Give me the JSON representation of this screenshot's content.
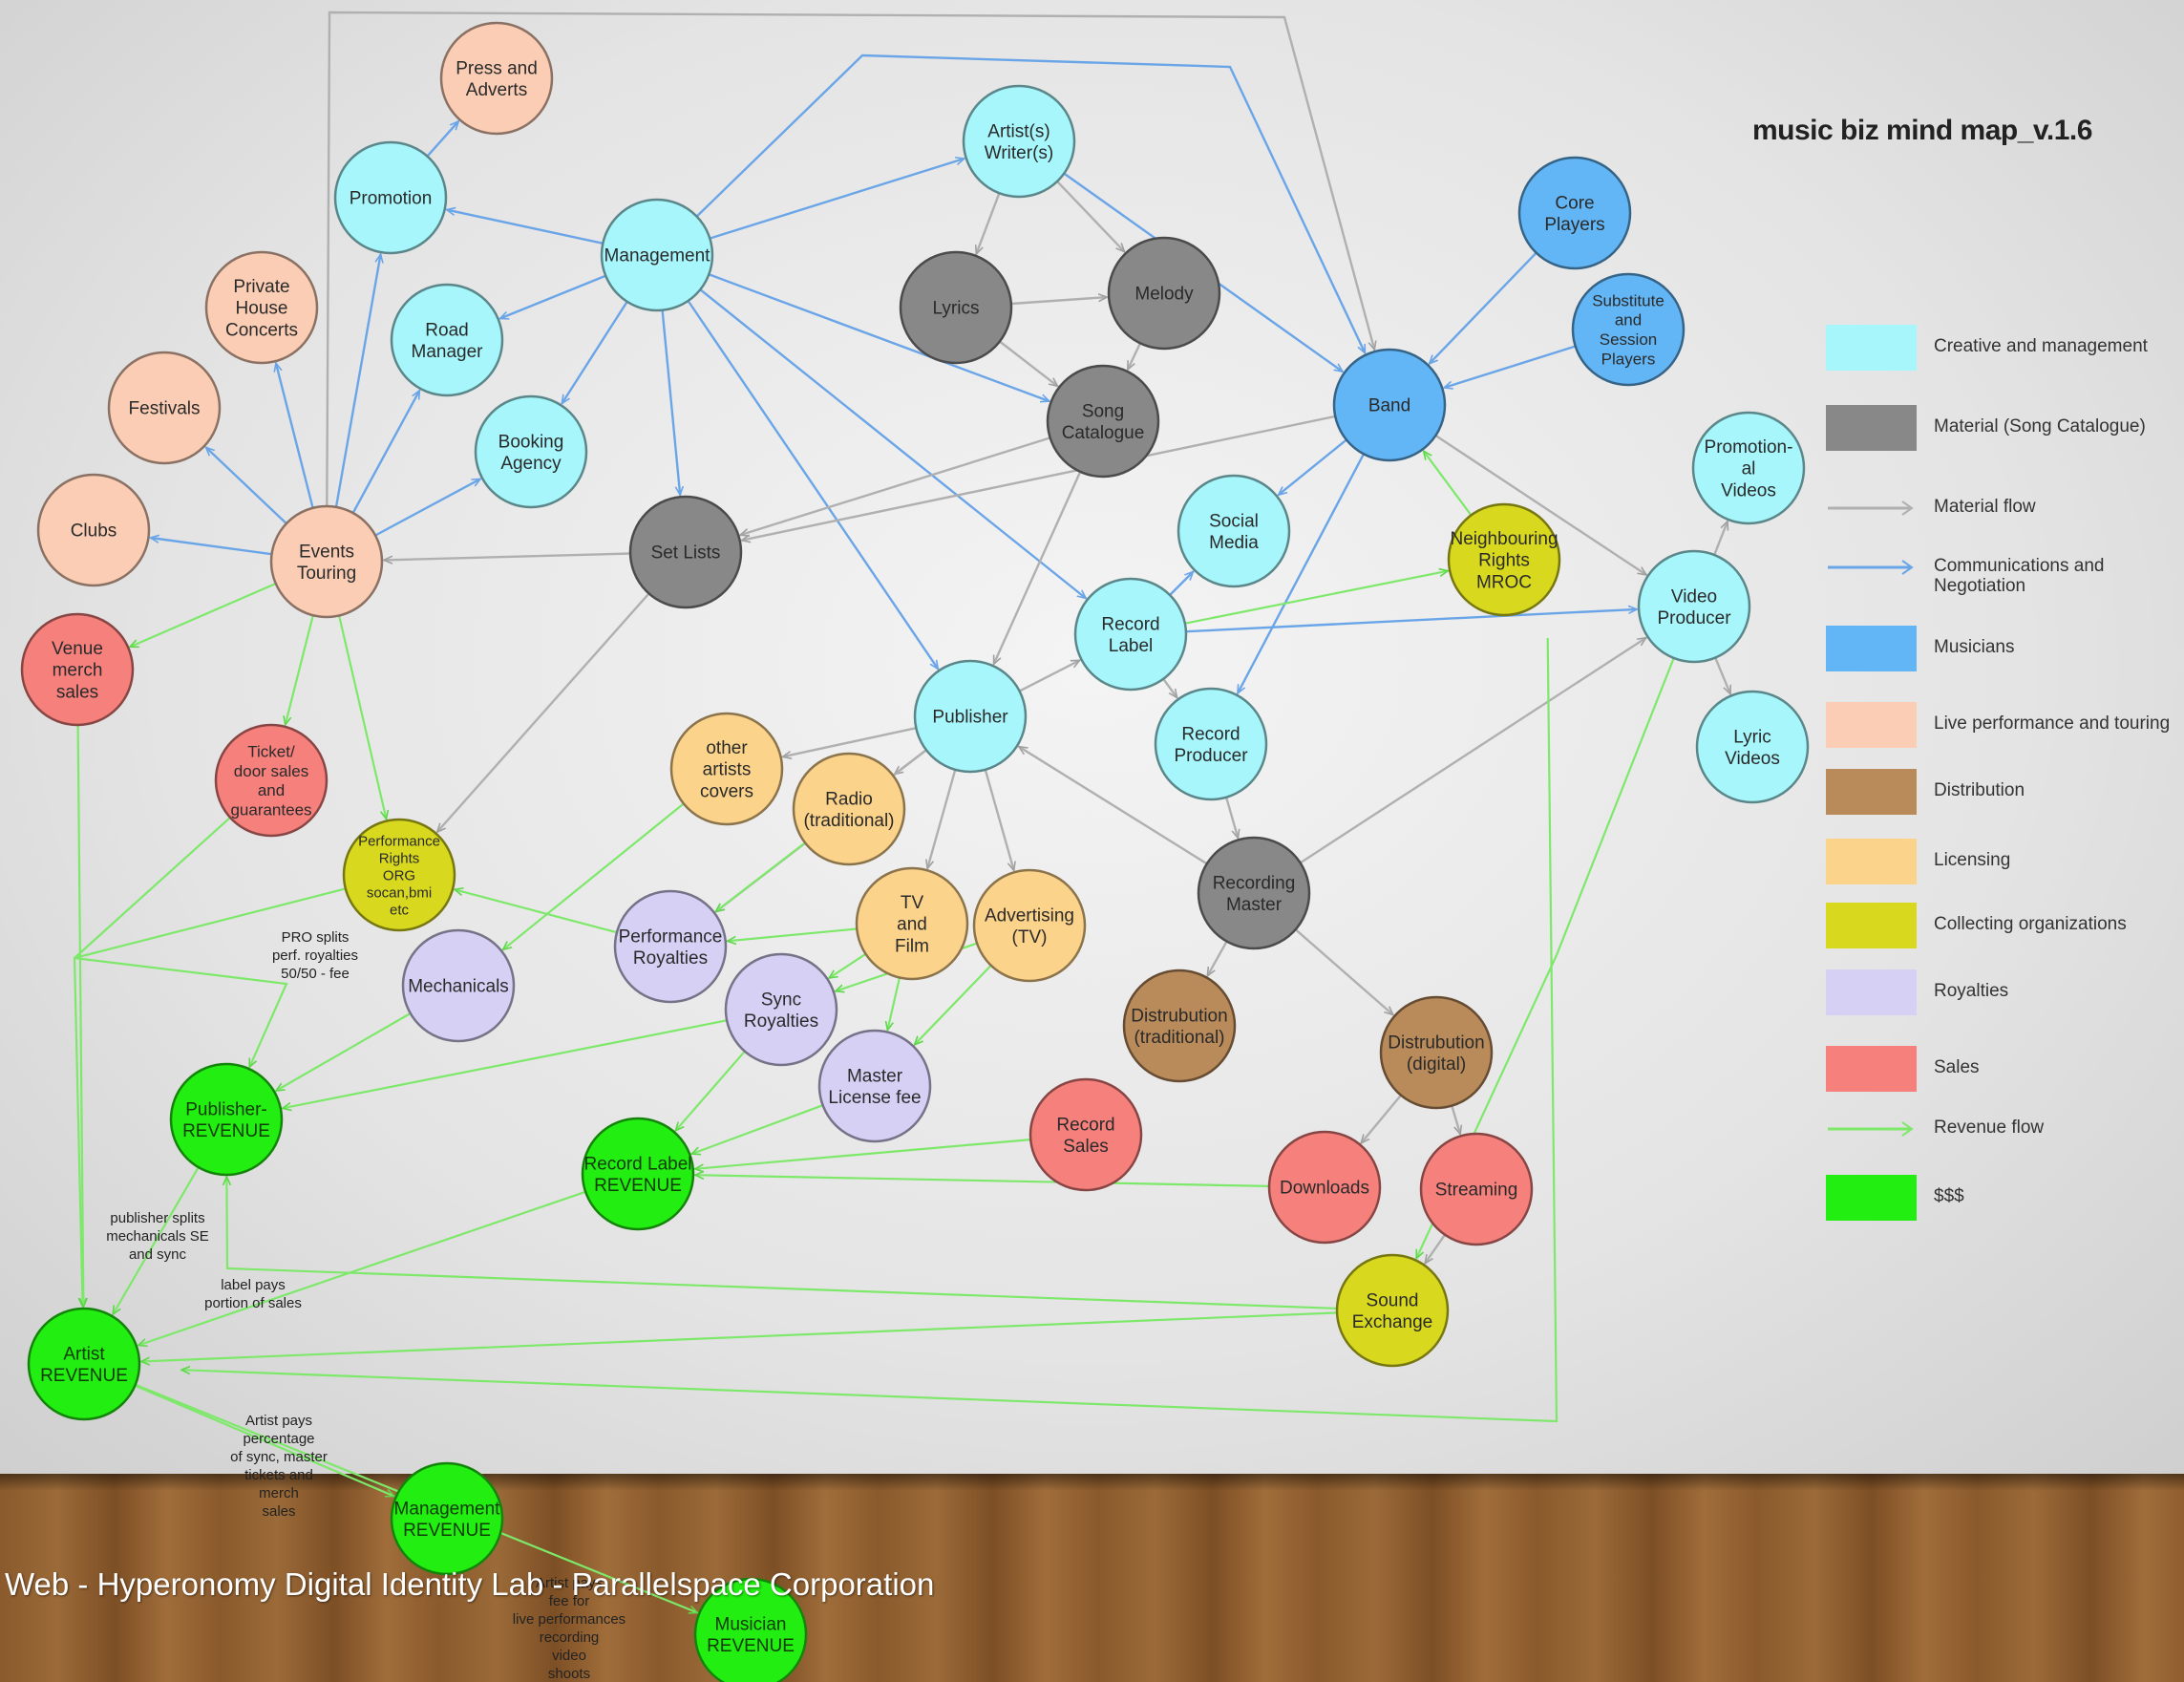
{
  "title": "music biz mind map_v.1.6",
  "footer": "Web - Hyperonomy Digital Identity Lab - Parallelspace Corporation",
  "category_colors": {
    "creative": "#a6f6fb",
    "material": "#888888",
    "musicians": "#63b6f5",
    "live": "#fbcdb4",
    "distribution": "#b98a5a",
    "licensing": "#fcd38a",
    "collecting": "#d8d91e",
    "royalties": "#d6d0f5",
    "sales": "#f5807c",
    "money": "#22ee11"
  },
  "nodes": [
    {
      "id": "press",
      "label": "Press and\nAdverts",
      "category": "live"
    },
    {
      "id": "promotion",
      "label": "Promotion",
      "category": "creative"
    },
    {
      "id": "private",
      "label": "Private\nHouse\nConcerts",
      "category": "live"
    },
    {
      "id": "road",
      "label": "Road\nManager",
      "category": "creative"
    },
    {
      "id": "management",
      "label": "Management",
      "category": "creative"
    },
    {
      "id": "artist",
      "label": "Artist(s)\nWriter(s)",
      "category": "creative"
    },
    {
      "id": "lyrics",
      "label": "Lyrics",
      "category": "material"
    },
    {
      "id": "melody",
      "label": "Melody",
      "category": "material"
    },
    {
      "id": "song",
      "label": "Song\nCatalogue",
      "category": "material"
    },
    {
      "id": "core",
      "label": "Core\nPlayers",
      "category": "musicians"
    },
    {
      "id": "substitute",
      "label": "Substitute\nand\nSession\nPlayers",
      "category": "musicians"
    },
    {
      "id": "band",
      "label": "Band",
      "category": "musicians"
    },
    {
      "id": "festivals",
      "label": "Festivals",
      "category": "live"
    },
    {
      "id": "booking",
      "label": "Booking\nAgency",
      "category": "creative"
    },
    {
      "id": "clubs",
      "label": "Clubs",
      "category": "live"
    },
    {
      "id": "events",
      "label": "Events\nTouring",
      "category": "live"
    },
    {
      "id": "setlists",
      "label": "Set Lists",
      "category": "material"
    },
    {
      "id": "social",
      "label": "Social\nMedia",
      "category": "creative"
    },
    {
      "id": "neighbouring",
      "label": "Neighbouring\nRights\nMROC",
      "category": "collecting"
    },
    {
      "id": "promovideos",
      "label": "Promotion-\nal\nVideos",
      "category": "creative"
    },
    {
      "id": "recordlabel",
      "label": "Record\nLabel",
      "category": "creative"
    },
    {
      "id": "videoproducer",
      "label": "Video\nProducer",
      "category": "creative"
    },
    {
      "id": "venuemerch",
      "label": "Venue\nmerch\nsales",
      "category": "sales"
    },
    {
      "id": "publisher",
      "label": "Publisher",
      "category": "creative"
    },
    {
      "id": "recordproducer",
      "label": "Record\nProducer",
      "category": "creative"
    },
    {
      "id": "lyricvideos",
      "label": "Lyric\nVideos",
      "category": "creative"
    },
    {
      "id": "ticket",
      "label": "Ticket/\ndoor sales\nand\nguarantees",
      "category": "sales"
    },
    {
      "id": "othercovers",
      "label": "other\nartists\ncovers",
      "category": "licensing"
    },
    {
      "id": "radio",
      "label": "Radio\n(traditional)",
      "category": "licensing"
    },
    {
      "id": "pro",
      "label": "Performance\nRights\nORG\nsocan,bmi\netc",
      "category": "collecting"
    },
    {
      "id": "recmaster",
      "label": "Recording\nMaster",
      "category": "material"
    },
    {
      "id": "tvfilm",
      "label": "TV\nand\nFilm",
      "category": "licensing"
    },
    {
      "id": "advertising",
      "label": "Advertising\n(TV)",
      "category": "licensing"
    },
    {
      "id": "perfroyalties",
      "label": "Performance\nRoyalties",
      "category": "royalties"
    },
    {
      "id": "mechanicals",
      "label": "Mechanicals",
      "category": "royalties"
    },
    {
      "id": "syncroyalties",
      "label": "Sync\nRoyalties",
      "category": "royalties"
    },
    {
      "id": "disttrad",
      "label": "Distrubution\n(traditional)",
      "category": "distribution"
    },
    {
      "id": "distdigital",
      "label": "Distrubution\n(digital)",
      "category": "distribution"
    },
    {
      "id": "masterlicense",
      "label": "Master\nLicense fee",
      "category": "royalties"
    },
    {
      "id": "publisherrev",
      "label": "Publisher-\nREVENUE",
      "category": "money"
    },
    {
      "id": "recordsales",
      "label": "Record\nSales",
      "category": "sales"
    },
    {
      "id": "recordlabelrev",
      "label": "Record Label\nREVENUE",
      "category": "money"
    },
    {
      "id": "downloads",
      "label": "Downloads",
      "category": "sales"
    },
    {
      "id": "streaming",
      "label": "Streaming",
      "category": "sales"
    },
    {
      "id": "soundexchange",
      "label": "Sound\nExchange",
      "category": "collecting"
    },
    {
      "id": "artistrev",
      "label": "Artist\nREVENUE",
      "category": "money"
    },
    {
      "id": "managementrev",
      "label": "Management\nREVENUE",
      "category": "money"
    },
    {
      "id": "musicianrev",
      "label": "Musician\nREVENUE",
      "category": "money"
    }
  ],
  "edges": [
    {
      "from": "promotion",
      "to": "press",
      "type": "comm"
    },
    {
      "from": "management",
      "to": "promotion",
      "type": "comm"
    },
    {
      "from": "management",
      "to": "road",
      "type": "comm"
    },
    {
      "from": "management",
      "to": "booking",
      "type": "comm"
    },
    {
      "from": "management",
      "to": "artist",
      "type": "comm"
    },
    {
      "from": "management",
      "to": "song",
      "type": "comm"
    },
    {
      "from": "management",
      "to": "recordlabel",
      "type": "comm"
    },
    {
      "from": "management",
      "to": "publisher",
      "type": "comm"
    },
    {
      "from": "management",
      "to": "setlists",
      "type": "comm"
    },
    {
      "from": "management",
      "to": "band",
      "type": "comm",
      "route": "top"
    },
    {
      "from": "artist",
      "to": "band",
      "type": "comm"
    },
    {
      "from": "core",
      "to": "band",
      "type": "comm"
    },
    {
      "from": "substitute",
      "to": "band",
      "type": "comm"
    },
    {
      "from": "band",
      "to": "social",
      "type": "comm"
    },
    {
      "from": "band",
      "to": "recordproducer",
      "type": "comm"
    },
    {
      "from": "recordlabel",
      "to": "social",
      "type": "comm"
    },
    {
      "from": "recordlabel",
      "to": "videoproducer",
      "type": "comm"
    },
    {
      "from": "events",
      "to": "clubs",
      "type": "comm"
    },
    {
      "from": "events",
      "to": "festivals",
      "type": "comm"
    },
    {
      "from": "events",
      "to": "private",
      "type": "comm"
    },
    {
      "from": "events",
      "to": "promotion",
      "type": "comm"
    },
    {
      "from": "events",
      "to": "road",
      "type": "comm"
    },
    {
      "from": "events",
      "to": "booking",
      "type": "comm"
    },
    {
      "from": "artist",
      "to": "lyrics",
      "type": "material"
    },
    {
      "from": "artist",
      "to": "melody",
      "type": "material"
    },
    {
      "from": "lyrics",
      "to": "melody",
      "type": "material"
    },
    {
      "from": "lyrics",
      "to": "song",
      "type": "material"
    },
    {
      "from": "melody",
      "to": "song",
      "type": "material"
    },
    {
      "from": "song",
      "to": "setlists",
      "type": "material"
    },
    {
      "from": "song",
      "to": "publisher",
      "type": "material"
    },
    {
      "from": "band",
      "to": "setlists",
      "type": "material"
    },
    {
      "from": "setlists",
      "to": "events",
      "type": "material"
    },
    {
      "from": "setlists",
      "to": "pro",
      "type": "material"
    },
    {
      "from": "band",
      "to": "videoproducer",
      "type": "material"
    },
    {
      "from": "videoproducer",
      "to": "promovideos",
      "type": "material"
    },
    {
      "from": "videoproducer",
      "to": "lyricvideos",
      "type": "material"
    },
    {
      "from": "recordlabel",
      "to": "recordproducer",
      "type": "material"
    },
    {
      "from": "recordproducer",
      "to": "recmaster",
      "type": "material"
    },
    {
      "from": "recmaster",
      "to": "publisher",
      "type": "material"
    },
    {
      "from": "recmaster",
      "to": "disttrad",
      "type": "material"
    },
    {
      "from": "recmaster",
      "to": "distdigital",
      "type": "material"
    },
    {
      "from": "recmaster",
      "to": "videoproducer",
      "type": "material"
    },
    {
      "from": "distdigital",
      "to": "downloads",
      "type": "material"
    },
    {
      "from": "distdigital",
      "to": "streaming",
      "type": "material"
    },
    {
      "from": "publisher",
      "to": "othercovers",
      "type": "material"
    },
    {
      "from": "publisher",
      "to": "radio",
      "type": "material"
    },
    {
      "from": "publisher",
      "to": "tvfilm",
      "type": "material"
    },
    {
      "from": "publisher",
      "to": "advertising",
      "type": "material"
    },
    {
      "from": "publisher",
      "to": "recordlabel",
      "type": "material"
    },
    {
      "from": "publisher",
      "to": "perfroyalties",
      "type": "material"
    },
    {
      "from": "streaming",
      "to": "soundexchange",
      "type": "material"
    },
    {
      "from": "events",
      "to": "band",
      "type": "material",
      "route": "top"
    },
    {
      "from": "events",
      "to": "venuemerch",
      "type": "revenue"
    },
    {
      "from": "events",
      "to": "ticket",
      "type": "revenue"
    },
    {
      "from": "events",
      "to": "pro",
      "type": "revenue"
    },
    {
      "from": "recordlabel",
      "to": "neighbouring",
      "type": "revenue"
    },
    {
      "from": "neighbouring",
      "to": "band",
      "type": "revenue"
    },
    {
      "from": "othercovers",
      "to": "mechanicals",
      "type": "revenue"
    },
    {
      "from": "radio",
      "to": "perfroyalties",
      "type": "revenue"
    },
    {
      "from": "tvfilm",
      "to": "perfroyalties",
      "type": "revenue"
    },
    {
      "from": "tvfilm",
      "to": "syncroyalties",
      "type": "revenue"
    },
    {
      "from": "tvfilm",
      "to": "masterlicense",
      "type": "revenue"
    },
    {
      "from": "advertising",
      "to": "syncroyalties",
      "type": "revenue"
    },
    {
      "from": "advertising",
      "to": "masterlicense",
      "type": "revenue"
    },
    {
      "from": "perfroyalties",
      "to": "pro",
      "type": "revenue"
    },
    {
      "from": "mechanicals",
      "to": "publisherrev",
      "type": "revenue"
    },
    {
      "from": "syncroyalties",
      "to": "publisherrev",
      "type": "revenue"
    },
    {
      "from": "syncroyalties",
      "to": "recordlabelrev",
      "type": "revenue"
    },
    {
      "from": "masterlicense",
      "to": "recordlabelrev",
      "type": "revenue"
    },
    {
      "from": "recordsales",
      "to": "recordlabelrev",
      "type": "revenue"
    },
    {
      "from": "downloads",
      "to": "recordlabelrev",
      "type": "revenue"
    },
    {
      "from": "soundexchange",
      "to": "artistrev",
      "type": "revenue"
    },
    {
      "from": "soundexchange",
      "to": "publisherrev",
      "type": "revenue",
      "route": "soundpub"
    },
    {
      "from": "ticket",
      "to": "artistrev",
      "type": "revenue",
      "route": "ticket"
    },
    {
      "from": "venuemerch",
      "to": "artistrev",
      "type": "revenue"
    },
    {
      "from": "publisherrev",
      "to": "artistrev",
      "type": "revenue"
    },
    {
      "from": "recordlabelrev",
      "to": "artistrev",
      "type": "revenue"
    },
    {
      "from": "pro",
      "to": "publisherrev",
      "type": "revenue",
      "route": "pro"
    },
    {
      "from": "neighbouring",
      "to": "artistrev",
      "type": "revenue",
      "route": "mroc"
    },
    {
      "from": "videoproducer",
      "to": "soundexchange",
      "type": "revenue",
      "route": "vidsound"
    },
    {
      "from": "artistrev",
      "to": "managementrev",
      "type": "revenue"
    },
    {
      "from": "artistrev",
      "to": "musicianrev",
      "type": "revenue"
    }
  ],
  "notes": [
    {
      "id": "pro-splits",
      "text": "PRO splits\nperf. royalties\n50/50 - fee"
    },
    {
      "id": "publisher-splits",
      "text": "publisher splits\nmechanicals SE\nand sync"
    },
    {
      "id": "label-pays",
      "text": "label pays\nportion of sales"
    },
    {
      "id": "artist-pays",
      "text": "Artist pays\npercentage\nof sync, master\ntickets and\nmerch\nsales"
    },
    {
      "id": "musician-pays",
      "text": "Artist pays\nfee for\nlive performances\nrecording\nvideo\nshoots"
    }
  ],
  "legend": [
    {
      "label": "Creative and management",
      "kind": "swatch",
      "color": "#a6f6fb"
    },
    {
      "label": "Material (Song Catalogue)",
      "kind": "swatch",
      "color": "#888888"
    },
    {
      "label": "Material flow",
      "kind": "arrow",
      "color": "#b0b0b0"
    },
    {
      "label": "Communications and\nNegotiation",
      "kind": "arrow",
      "color": "#6aa5e8"
    },
    {
      "label": "Musicians",
      "kind": "swatch",
      "color": "#63b6f5"
    },
    {
      "label": "Live performance and touring",
      "kind": "swatch",
      "color": "#fbcdb4"
    },
    {
      "label": "Distribution",
      "kind": "swatch",
      "color": "#b98a5a"
    },
    {
      "label": "Licensing",
      "kind": "swatch",
      "color": "#fcd38a"
    },
    {
      "label": "Collecting organizations",
      "kind": "swatch",
      "color": "#d8d91e"
    },
    {
      "label": "Royalties",
      "kind": "swatch",
      "color": "#d6d0f5"
    },
    {
      "label": "Sales",
      "kind": "swatch",
      "color": "#f5807c"
    },
    {
      "label": "Revenue flow",
      "kind": "arrow",
      "color": "#7de86a"
    },
    {
      "label": "$$$",
      "kind": "swatch",
      "color": "#22ee11"
    }
  ],
  "edge_colors": {
    "comm": "#6aa5e8",
    "material": "#b0b0b0",
    "revenue": "#7de86a"
  }
}
